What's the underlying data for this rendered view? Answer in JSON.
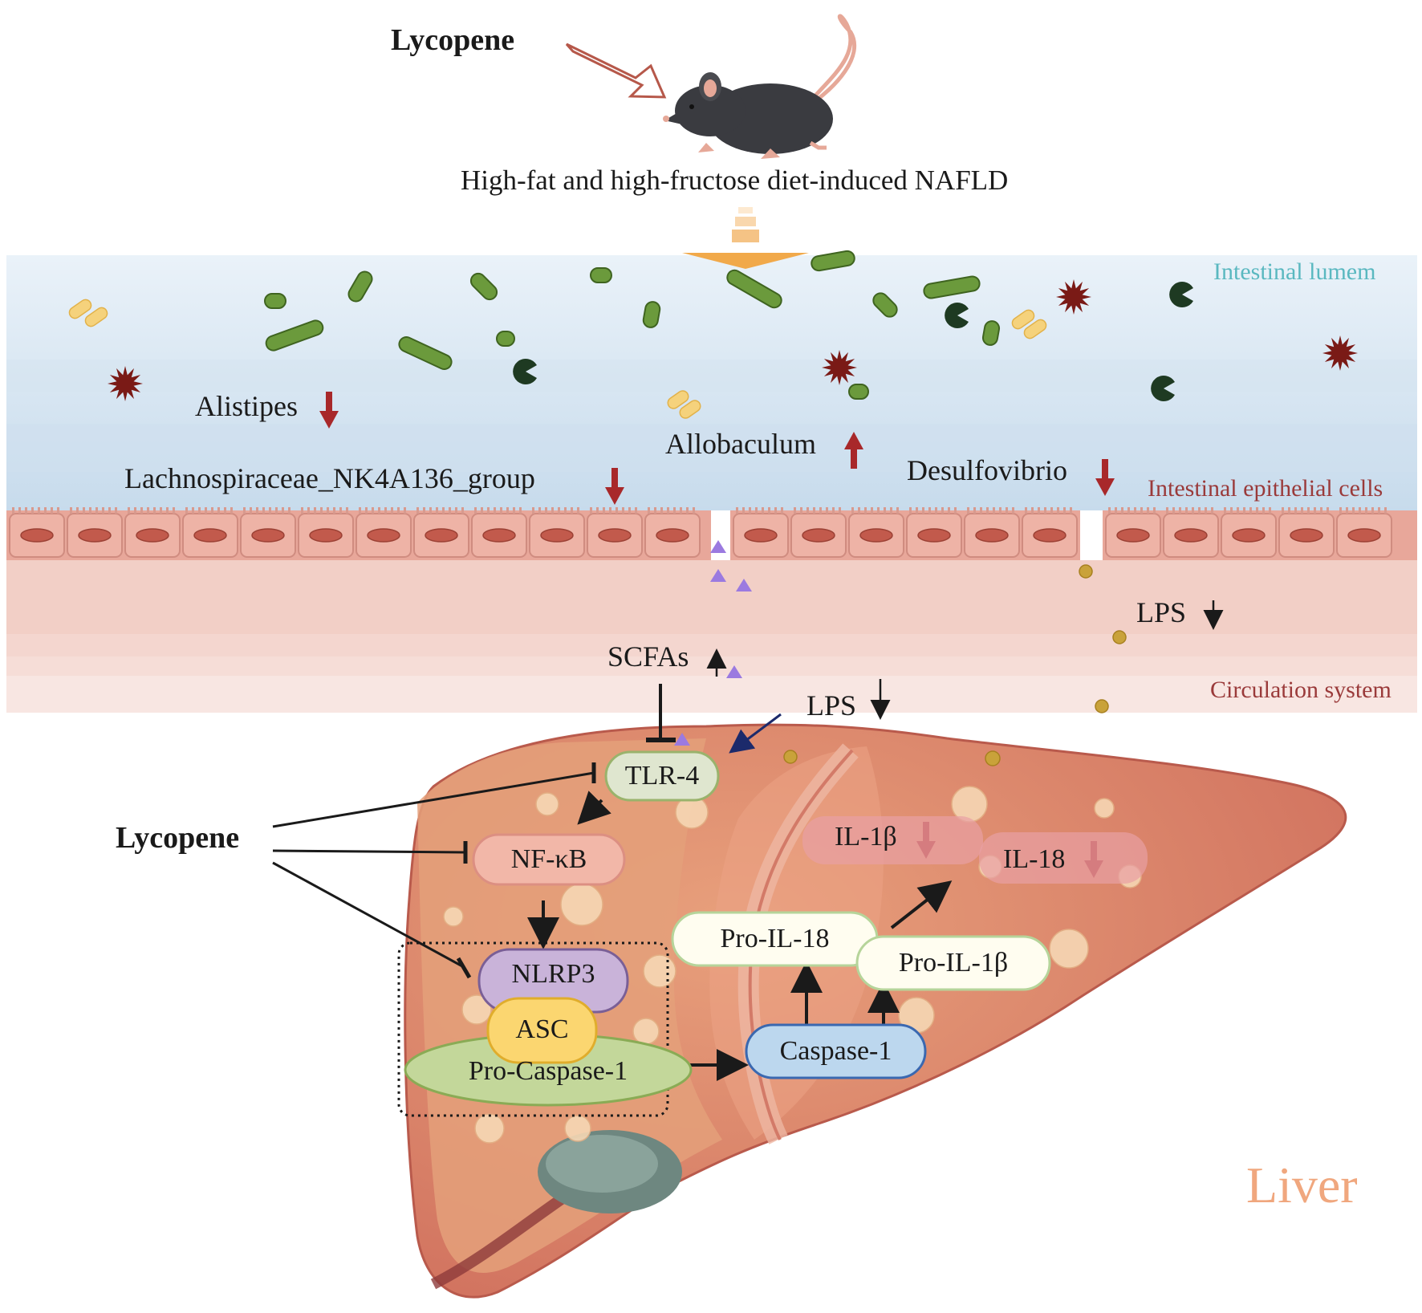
{
  "title": {
    "lycopene_top": "Lycopene",
    "condition": "High-fat and high-fructose diet-induced NAFLD"
  },
  "zones": {
    "lumen": "Intestinal lumem",
    "epithelial": "Intestinal epithelial cells",
    "circulation": "Circulation system",
    "liver": "Liver"
  },
  "bacteria": {
    "alistipes": "Alistipes",
    "lachno": "Lachnospiraceae_NK4A136_group",
    "allobaculum": "Allobaculum",
    "desulfovibrio": "Desulfovibrio"
  },
  "metabolites": {
    "lps_gut": "LPS",
    "scfas": "SCFAs",
    "lps_circ": "LPS"
  },
  "pathway": {
    "lycopene_side": "Lycopene",
    "tlr4": "TLR-4",
    "nfkb": "NF-κB",
    "nlrp3": "NLRP3",
    "asc": "ASC",
    "procasp1": "Pro-Caspase-1",
    "casp1": "Caspase-1",
    "proil18": "Pro-IL-18",
    "proil1b": "Pro-IL-1β",
    "il1b": "IL-1β",
    "il18": "IL-18"
  },
  "colors": {
    "red_arrow": "#a8282a",
    "lumen_text": "#5ab8c0",
    "epithelial_text": "#9a3a3a",
    "liver_text": "#f0a77e",
    "liver_body": "#d9826a",
    "tlr4_fill": "#dfe6cf",
    "nfkb_fill": "#f2b7a8",
    "nlrp3_fill": "#c9b3d9",
    "asc_fill": "#fbd670",
    "procasp_fill": "#c3d79a",
    "casp1_fill": "#bcd7ee"
  }
}
